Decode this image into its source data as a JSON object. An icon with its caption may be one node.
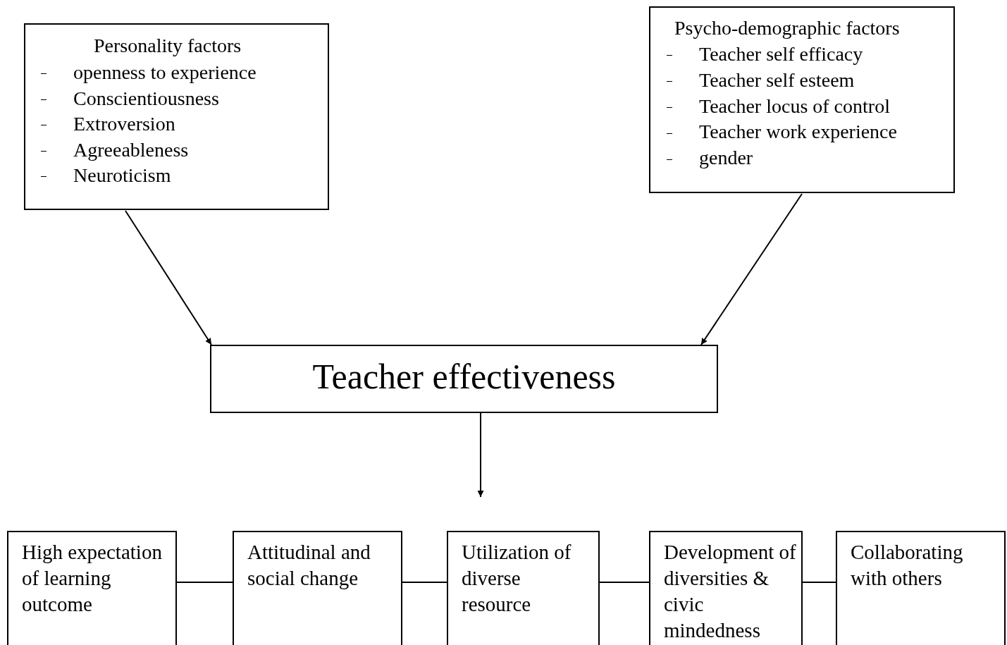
{
  "diagram": {
    "nodes": [
      {
        "text": [
          "Personality factors",
          "openness to experience",
          "Conscientiousness",
          "Extroversion",
          "Agreeableness",
          "Neuroticism"
        ]
      },
      {
        "text": [
          "Psycho-demographic factors",
          "Teacher self efficacy",
          "Teacher self esteem",
          "Teacher locus of control",
          "Teacher work experience",
          "gender"
        ]
      },
      {
        "text": [
          "Teacher effectiveness"
        ]
      },
      {
        "text": [
          "High expectation of learning outcome"
        ]
      },
      {
        "text": [
          "Attitudinal and social change"
        ]
      },
      {
        "text": [
          "Utilization of diverse resource"
        ]
      },
      {
        "text": [
          "Development of diversities & civic mindedness"
        ]
      },
      {
        "text": [
          "Collaborating with others"
        ]
      }
    ],
    "edges": [
      {
        "from": 0,
        "to": 2,
        "arrow": "to"
      },
      {
        "from": 1,
        "to": 2,
        "arrow": "to"
      },
      {
        "from": 2,
        "to": null,
        "arrow": "to"
      },
      {
        "from": 3,
        "to": 4,
        "arrow": "none"
      },
      {
        "from": 4,
        "to": 5,
        "arrow": "none"
      },
      {
        "from": 5,
        "to": 6,
        "arrow": "none"
      },
      {
        "from": 6,
        "to": 7,
        "arrow": "none"
      }
    ]
  }
}
